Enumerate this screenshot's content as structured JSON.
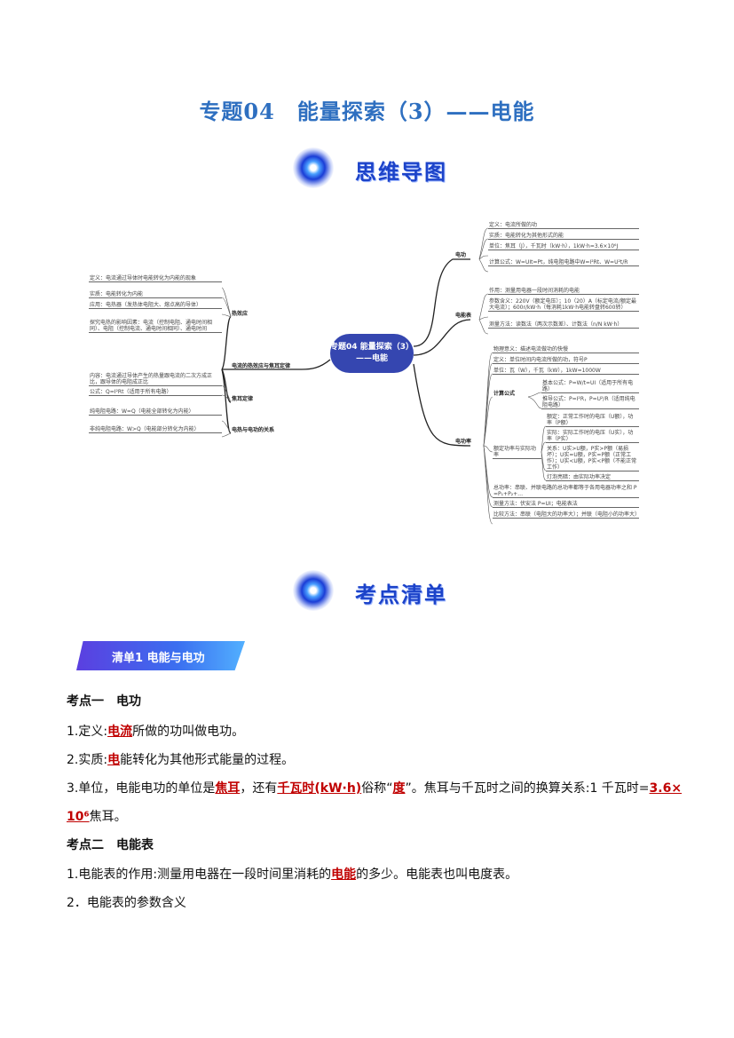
{
  "title": "专题04　能量探索（3）——电能",
  "sections": {
    "mindmap": "思维导图",
    "checklist": "考点清单"
  },
  "mindmap": {
    "center": "专题04 能量探索（3）——电能",
    "left_branch": "电流的热效应与焦耳定律",
    "left": {
      "heat": "热效应",
      "heat_items": [
        "定义：电流通过导体时电能转化为内能的现象",
        "实质：电能转化为内能",
        "应用：电热器（发热体电阻大、熔点高的导体）"
      ],
      "explore": "探究电热的影响因素：电流（控制电阻、通电时间相同）、电阻（控制电流、通电时间相同）、通电时间",
      "joule": "焦耳定律",
      "joule_items": [
        "内容：电流通过导体产生的热量跟电流的二次方成正比，跟导体的电阻成正比",
        "公式：Q=I²Rt（适用于所有电路）"
      ],
      "relation": "电热与电功的关系",
      "relation_items": [
        "纯电阻电路：W=Q（电能全部转化为内能）",
        "非纯电阻电路：W>Q（电能部分转化为内能）"
      ]
    },
    "work": "电功",
    "work_items": [
      "定义：电流所做的功",
      "实质：电能转化为其他形式的能",
      "单位：焦耳（J），千瓦时（kW·h），1kW·h=3.6×10⁶J",
      "计算公式：W=UIt=Pt，纯电阻电路中W=I²Rt、W=U²t/R"
    ],
    "meter": "电能表",
    "meter_items": [
      "作用：测量用电器一段时间消耗的电能",
      "参数含义：220V（额定电压）；10（20）A（标定电流/额定最大电流）；600r/kW·h（每消耗1kW·h电能转盘转600转）",
      "测量方法：读数法（两次示数差）、计数法（n/N kW·h）"
    ],
    "power": "电功率",
    "power_items": [
      "物理意义：描述电流做功的快慢",
      "定义：单位时间内电流所做的功，符号P",
      "单位：瓦（W），千瓦（kW），1kW=1000W"
    ],
    "formula": "计算公式",
    "formula_items": [
      "基本公式：P=W/t=UI（适用于所有电路）",
      "推导公式：P=I²R，P=U²/R（适用纯电阻电路）"
    ],
    "rated": "额定功率与实际功率",
    "rated_items": [
      "额定：正常工作时的电压（U额），功率（P额）",
      "实际：实际工作时的电压（U实），功率（P实）",
      "关系：U实>U额，P实>P额（易损坏）；U实=U额，P实=P额（正常工作）；U实<U额，P实<P额（不能正常工作）",
      "灯泡亮暗：由实际功率决定"
    ],
    "power_more": [
      "总功率：串联、并联电路的总功率都等于各用电器功率之和 P=P₁+P₂+…",
      "测量方法：伏安法 P=UI；电能表法",
      "比较方法：串联（电阻大的功率大）；并联（电阻小的功率大）"
    ]
  },
  "banner": "清单1  电能与电功",
  "content": {
    "kp1": "考点一　电功",
    "l1": {
      "a": "1.定义:",
      "b": "电流",
      "c": "所做的功叫做电功。"
    },
    "l2": {
      "a": "2.实质:",
      "b": "电",
      "c": "能转化为其他形式能量的过程。"
    },
    "l3": {
      "a": "3.单位，电能电功的单位是",
      "b": "焦耳",
      "c": "，还有",
      "d": "千瓦时(kW·h)",
      "e": "俗称“",
      "f": "度",
      "g": "”。焦耳与千瓦时之间的换算关系:1 千瓦时=",
      "h": "3.6×"
    },
    "l4": {
      "a": "10⁶",
      "b": "焦耳。"
    },
    "kp2": "考点二　电能表",
    "l5": {
      "a": "1.电能表的作用:测量用电器在一段时间里消耗的",
      "b": "电能",
      "c": "的多少。电能表也叫电度表。"
    },
    "l6": "2．电能表的参数含义"
  }
}
